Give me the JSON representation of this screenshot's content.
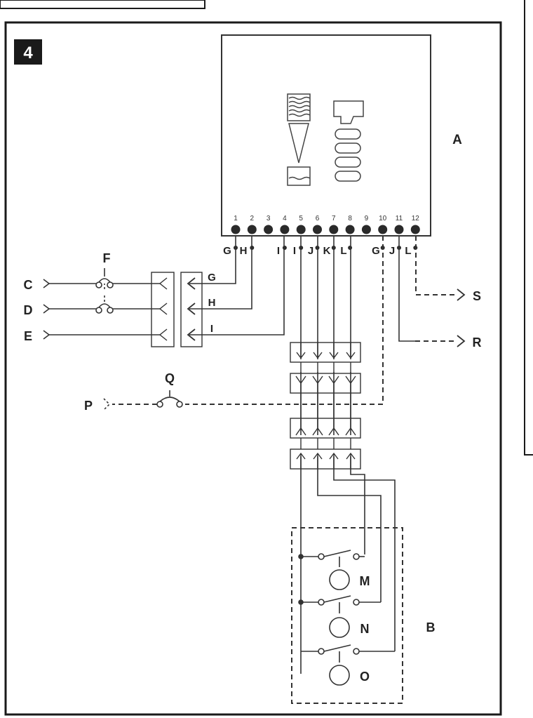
{
  "figure": {
    "number": "4"
  },
  "labels": {
    "A": "A",
    "B": "B",
    "C": "C",
    "D": "D",
    "E": "E",
    "F": "F",
    "M": "M",
    "N": "N",
    "O": "O",
    "P": "P",
    "Q": "Q",
    "R": "R",
    "S": "S"
  },
  "terminals": [
    "1",
    "2",
    "3",
    "4",
    "5",
    "6",
    "7",
    "8",
    "9",
    "10",
    "11",
    "12"
  ],
  "wire_letters": {
    "t1": "G",
    "t2": "H",
    "t4": "I",
    "t5": "I",
    "t6": "J",
    "t7": "K",
    "t8": "L",
    "t10": "G",
    "t11": "J",
    "t12": "L",
    "left_g": "G",
    "left_h": "H",
    "left_i": "I"
  },
  "colors": {
    "line": "#333333",
    "frame": "#1a1a1a",
    "badge": "#1a1a1a"
  }
}
